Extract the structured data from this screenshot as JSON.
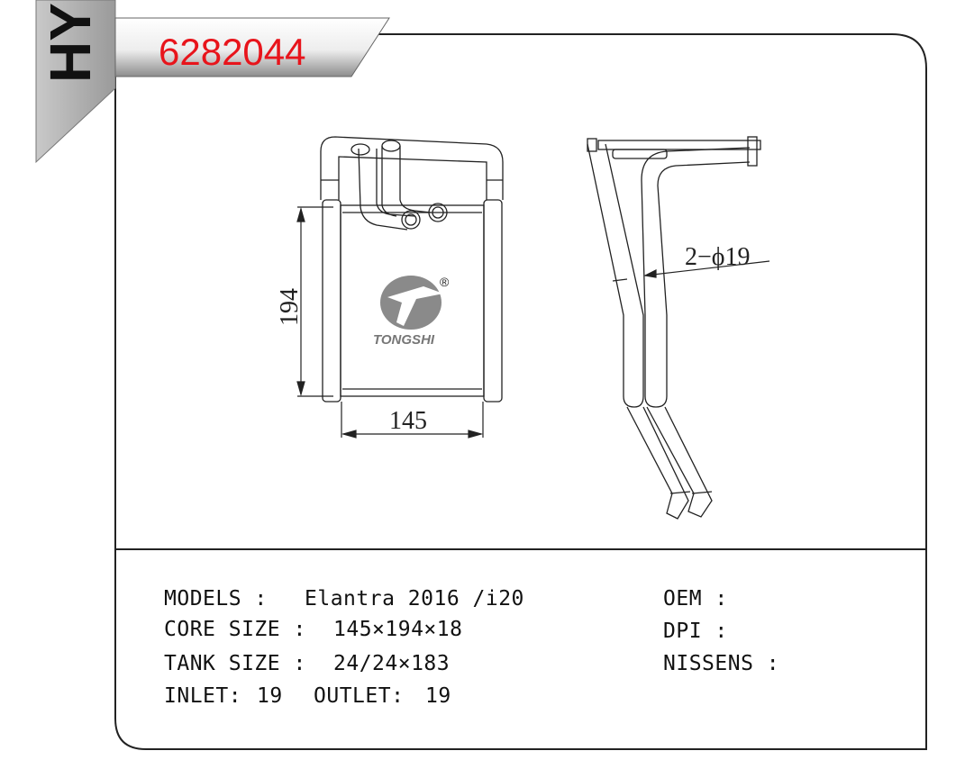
{
  "brand_tab": {
    "text": "HY"
  },
  "part_number": {
    "text": "6282044",
    "color": "#e8141b"
  },
  "logo": {
    "name": "TONGSHI",
    "registered": "®"
  },
  "dimensions": {
    "height": "194",
    "width": "145",
    "tube": "2−ϕ19"
  },
  "specs": {
    "models_label": "MODELS :",
    "models_value": "Elantra 2016 /i20",
    "core_label": "CORE SIZE :",
    "core_value": "145×194×18",
    "tank_label": "TANK SIZE :",
    "tank_value": "24/24×183",
    "inlet_label": "INLET:",
    "inlet_value": "19",
    "outlet_label": "OUTLET:",
    "outlet_value": "19",
    "oem_label": "OEM :",
    "dpi_label": "DPI :",
    "nissens_label": "NISSENS :"
  },
  "colors": {
    "line": "#222222",
    "logo_gray": "#8a8a8a",
    "tab_gray": "#a8a8a8"
  }
}
